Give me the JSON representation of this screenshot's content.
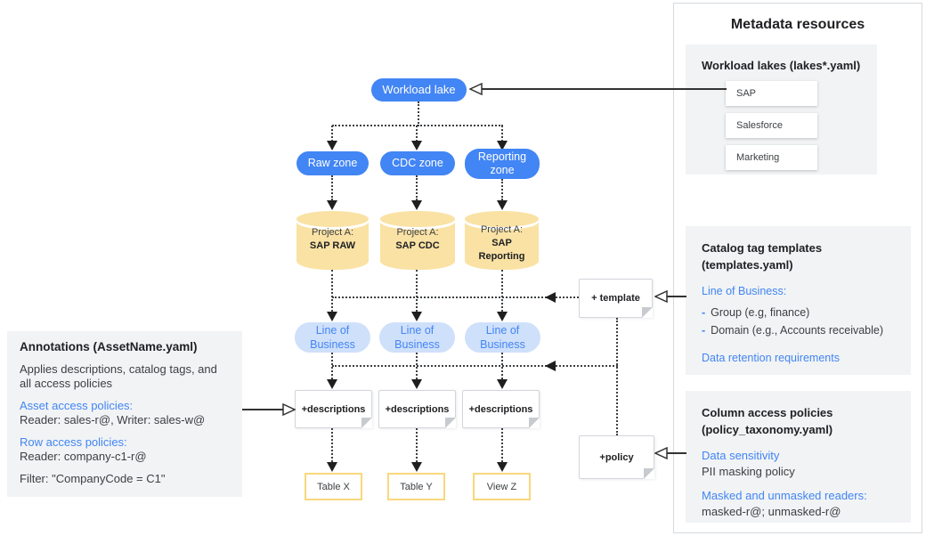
{
  "colors": {
    "primary_blue": "#4285F4",
    "light_blue_pill": "#CFE0FB",
    "cylinder_yellow": "#FAE2A4",
    "table_border_yellow": "#F9D77C",
    "section_gray": "#F1F3F4",
    "text_dark": "#202124",
    "text_body": "#3C4043"
  },
  "diagram": {
    "workload_lake_label": "Workload lake",
    "columns": [
      {
        "zone": "Raw zone",
        "project_prefix": "Project A:",
        "project_name": "SAP RAW",
        "lob": "Line of Business",
        "note": "+descriptions",
        "table": "Table X"
      },
      {
        "zone": "CDC zone",
        "project_prefix": "Project A:",
        "project_name": "SAP CDC",
        "lob": "Line of Business",
        "note": "+descriptions",
        "table": "Table Y"
      },
      {
        "zone": "Reporting zone",
        "project_prefix": "Project A:",
        "project_name": "SAP Reporting",
        "lob": "Line of Business",
        "note": "+descriptions",
        "table": "View Z"
      }
    ],
    "template_note": "+ template",
    "policy_note": "+policy"
  },
  "annotations_panel": {
    "title": "Annotations (AssetName.yaml)",
    "description": "Applies descriptions, catalog tags, and all access policies",
    "asset_heading": "Asset access policies:",
    "asset_body": "Reader: sales-r@, Writer: sales-w@",
    "row_heading": "Row access policies:",
    "row_body": "Reader: company-c1-r@",
    "filter": "Filter: \"CompanyCode = C1\""
  },
  "metadata_panel": {
    "title": "Metadata resources",
    "workload_lakes": {
      "title": "Workload lakes (lakes*.yaml)",
      "items": [
        "SAP",
        "Salesforce",
        "Marketing"
      ]
    },
    "catalog_templates": {
      "title": "Catalog tag templates (templates.yaml)",
      "lob_heading": "Line of Business:",
      "bullets": [
        {
          "dash": "-",
          "text": "Group (e.g, finance)"
        },
        {
          "dash": "-",
          "text": "Domain (e.g., Accounts receivable)"
        }
      ],
      "retention_heading": "Data retention requirements"
    },
    "column_policies": {
      "title": "Column access policies (policy_taxonomy.yaml)",
      "sensitivity_heading": "Data sensitivity",
      "sensitivity_body": "PII masking policy",
      "readers_heading": "Masked and unmasked readers:",
      "readers_body": "masked-r@; unmasked-r@"
    }
  }
}
